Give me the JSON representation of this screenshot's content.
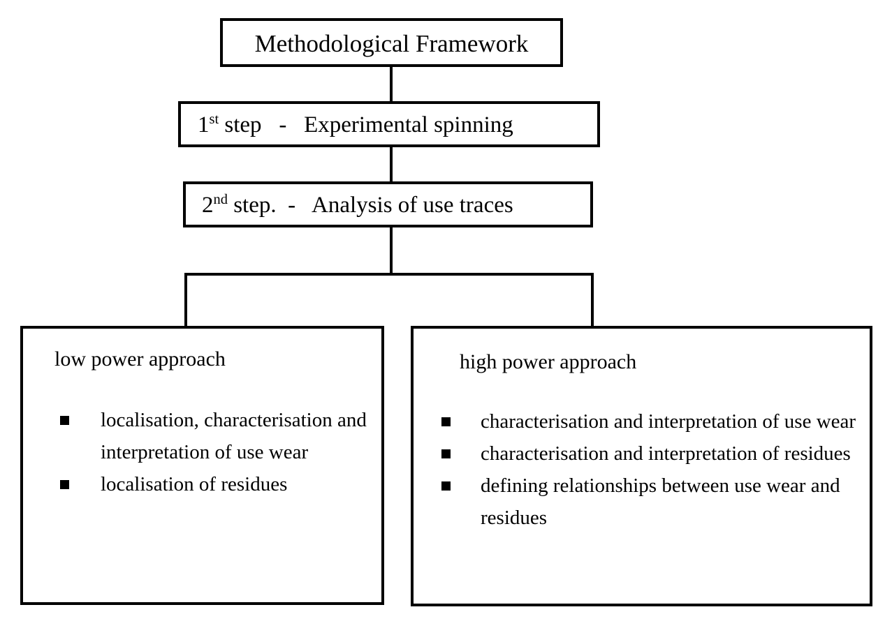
{
  "diagram": {
    "title": "Methodological Framework",
    "nodes": {
      "root": {
        "label": "Methodological Framework"
      },
      "step1": {
        "number": "1",
        "ordinal_suffix": "st",
        "word": " step",
        "separator": "   -   ",
        "description": "Experimental spinning"
      },
      "step2": {
        "number": "2",
        "ordinal_suffix": "nd",
        "word": " step.",
        "separator": "  -   ",
        "description": "Analysis of use traces"
      },
      "low_power": {
        "heading": "low power approach",
        "bullets": [
          "localisation, characterisation and interpretation of use wear",
          "localisation of residues"
        ]
      },
      "high_power": {
        "heading": "high power approach",
        "bullets": [
          "characterisation and interpretation of  use wear",
          "characterisation and interpretation of residues",
          "defining relationships between use wear and residues"
        ]
      }
    },
    "bullet_glyph": "filled-square",
    "colors": {
      "stroke": "#000000",
      "background": "#ffffff",
      "text": "#000000"
    }
  }
}
